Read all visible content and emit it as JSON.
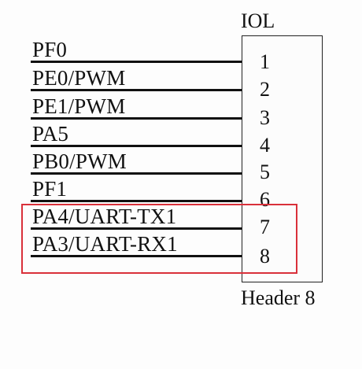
{
  "header": {
    "ref_designator": "IOL",
    "part_value": "Header 8"
  },
  "pins": [
    {
      "number": "1",
      "signal": "PF0"
    },
    {
      "number": "2",
      "signal": "PE0/PWM"
    },
    {
      "number": "3",
      "signal": "PE1/PWM"
    },
    {
      "number": "4",
      "signal": "PA5"
    },
    {
      "number": "5",
      "signal": "PB0/PWM"
    },
    {
      "number": "6",
      "signal": "PF1"
    },
    {
      "number": "7",
      "signal": "PA4/UART-TX1"
    },
    {
      "number": "8",
      "signal": "PA3/UART-RX1"
    }
  ],
  "highlight": {
    "pins": [
      "7",
      "8"
    ],
    "color": "#d9303a"
  },
  "colors": {
    "wire": "#111111",
    "box_border": "#222222"
  }
}
